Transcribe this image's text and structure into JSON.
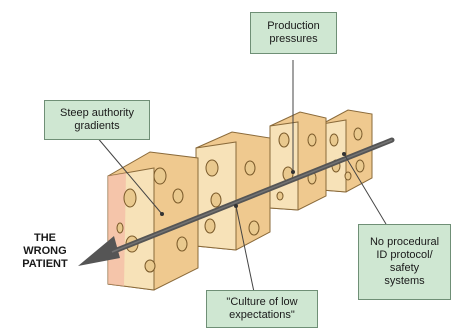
{
  "callouts": {
    "production": "Production\npressures",
    "authority": "Steep authority\ngradients",
    "procedural": "No procedural\nID protocol/\nsafety\nsystems",
    "culture": "\"Culture of low\nexpectations\""
  },
  "arrow_label": "THE\nWRONG\nPATIENT",
  "colors": {
    "cheese": "#f7e2b8",
    "cheese_side": "#efc98f",
    "cheese_shade": "#f3b9a4",
    "hole": "#e9c98e",
    "hole_edge": "#7a5a2a",
    "callout_fill": "#cfe7d2",
    "arrow": "#555555"
  }
}
